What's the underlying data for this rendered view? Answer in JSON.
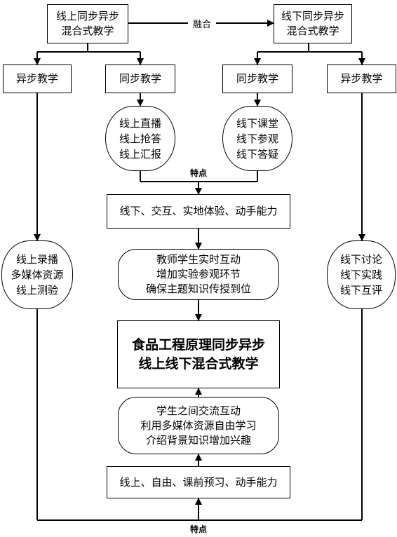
{
  "top": {
    "left": [
      "线上同步异步",
      "混合式教学"
    ],
    "right": [
      "线下同步异步",
      "混合式教学"
    ],
    "fusion": "融合"
  },
  "row2": {
    "async_left": "异步教学",
    "sync_left": "同步教学",
    "sync_right": "同步教学",
    "async_right": "异步教学"
  },
  "online_sync": [
    "线上直播",
    "线上抢答",
    "线上汇报"
  ],
  "offline_sync": [
    "线下课堂",
    "线下参观",
    "线下答疑"
  ],
  "trait_label_top": "特点",
  "offline_traits": "线下、交互、实地体验、动手能力",
  "teacher_box": [
    "教师学生实时互动",
    "增加实验参观环节",
    "确保主题知识传授到位"
  ],
  "online_async": [
    "线上录播",
    "多媒体资源",
    "线上测验"
  ],
  "offline_async": [
    "线下讨论",
    "线下实践",
    "线下互评"
  ],
  "center": [
    "食品工程原理同步异步",
    "线上线下混合式教学"
  ],
  "student_box": [
    "学生之间交流互动",
    "利用多媒体资源自由学习",
    "介绍背景知识增加兴趣"
  ],
  "online_traits": "线上、自由、课前预习、动手能力",
  "trait_label_bottom": "特点"
}
